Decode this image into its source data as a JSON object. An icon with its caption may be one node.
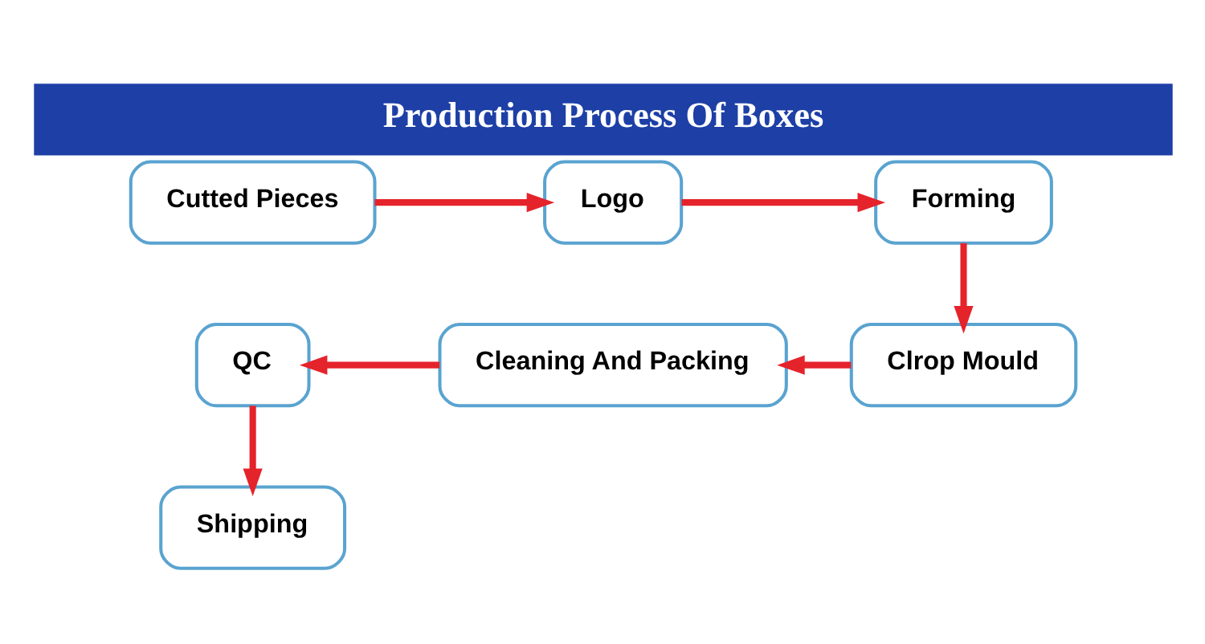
{
  "diagram": {
    "title": "Production Process Of Boxes",
    "nodes": [
      {
        "text": [
          "Cutted Pieces"
        ]
      },
      {
        "text": [
          "Logo"
        ]
      },
      {
        "text": [
          "Forming"
        ]
      },
      {
        "text": [
          "QC"
        ]
      },
      {
        "text": [
          "Cleaning And Packing"
        ]
      },
      {
        "text": [
          "Clrop Mould"
        ]
      },
      {
        "text": [
          "Shipping"
        ]
      }
    ],
    "edges": [
      {
        "from": 0,
        "to": 1,
        "arrow": "to"
      },
      {
        "from": 1,
        "to": 2,
        "arrow": "to"
      },
      {
        "from": 2,
        "to": 5,
        "arrow": "to"
      },
      {
        "from": 5,
        "to": 4,
        "arrow": "to"
      },
      {
        "from": 4,
        "to": 3,
        "arrow": "to"
      },
      {
        "from": 3,
        "to": 6,
        "arrow": "to"
      }
    ]
  }
}
